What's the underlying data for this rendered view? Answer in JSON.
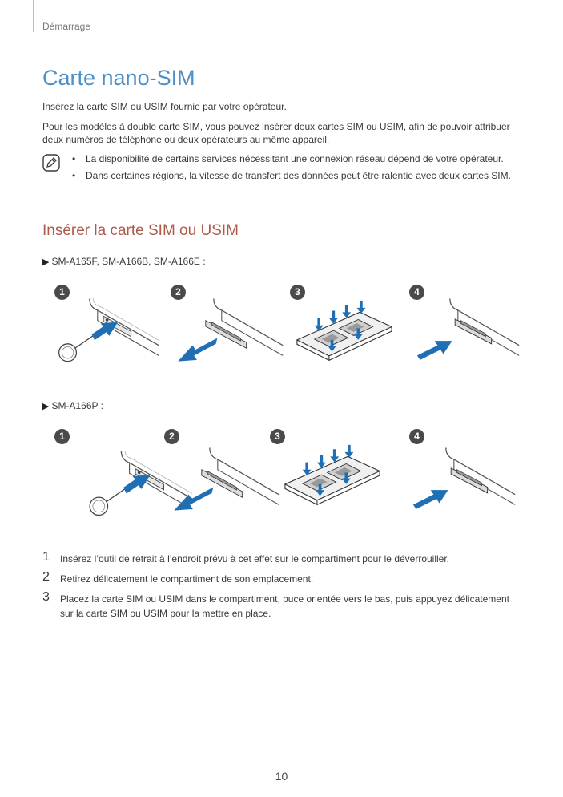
{
  "header": {
    "breadcrumb": "Démarrage"
  },
  "main": {
    "title": "Carte nano-SIM",
    "intro": "Insérez la carte SIM ou USIM fournie par votre opérateur.",
    "dual_sim_paragraph": "Pour les modèles à double carte SIM, vous pouvez insérer deux cartes SIM ou USIM, afin de pouvoir attribuer deux numéros de téléphone ou deux opérateurs au même appareil.",
    "notes": [
      "La disponibilité de certains services nécessitant une connexion réseau dépend de votre opérateur.",
      "Dans certaines régions, la vitesse de transfert des données peut être ralentie avec deux cartes SIM."
    ],
    "note_icon": "note-pencil-icon",
    "section_title": "Insérer la carte SIM ou USIM",
    "models": [
      {
        "label": "SM-A165F, SM-A166B, SM-A166E :",
        "badges": [
          "1",
          "2",
          "3",
          "4"
        ]
      },
      {
        "label": "SM-A166P :",
        "badges": [
          "1",
          "2",
          "3",
          "4"
        ]
      }
    ],
    "steps": [
      {
        "number": "1",
        "text": "Insérez l’outil de retrait à l’endroit prévu à cet effet sur le compartiment pour le déverrouiller."
      },
      {
        "number": "2",
        "text": "Retirez délicatement le compartiment de son emplacement."
      },
      {
        "number": "3",
        "text": "Placez la carte SIM ou USIM dans le compartiment, puce orientée vers le bas, puis appuyez délicatement sur la carte SIM ou USIM pour la mettre en place."
      }
    ]
  },
  "footer": {
    "page_number": "10"
  },
  "colors": {
    "title_blue": "#4d8fc7",
    "section_red": "#b05a4a",
    "arrow_blue": "#1f6fb5",
    "badge_gray": "#4a4a4a"
  }
}
